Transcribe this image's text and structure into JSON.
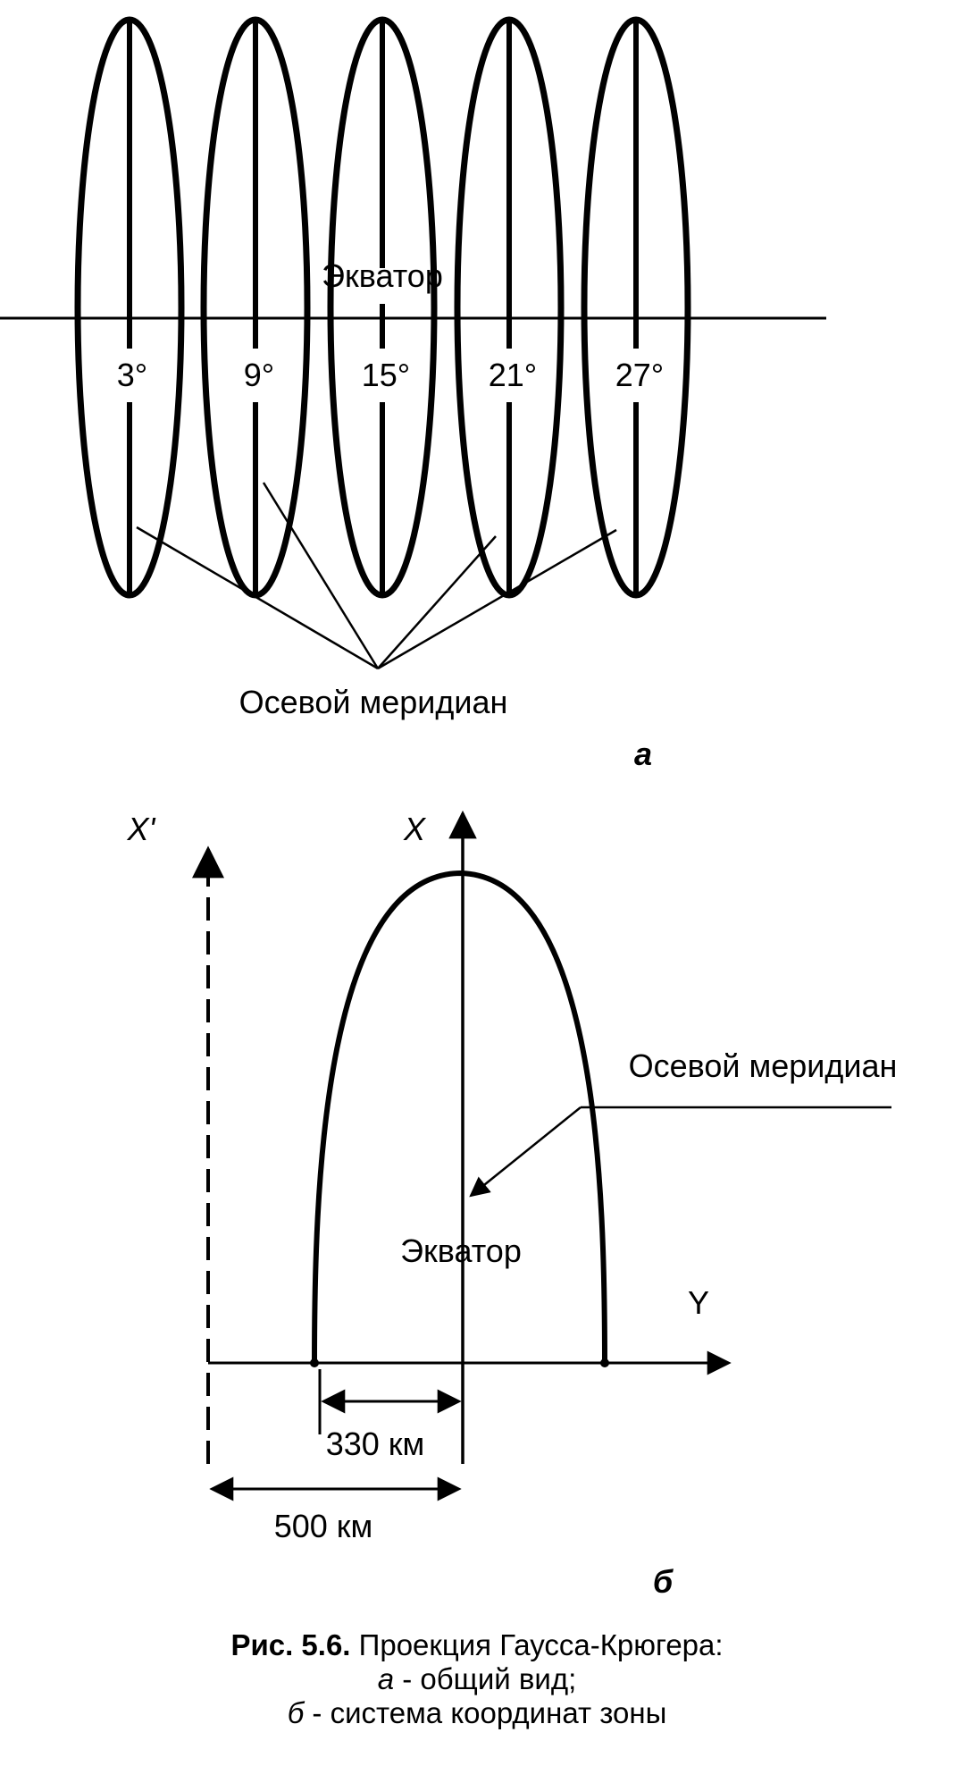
{
  "panel_a": {
    "equator_label": "Экватор",
    "zone_labels": [
      "3°",
      "9°",
      "15°",
      "21°",
      "27°"
    ],
    "meridian_label": "Осевой меридиан",
    "letter": "а"
  },
  "panel_b": {
    "x_prime_label": "X'",
    "x_label": "X",
    "y_label": "Y",
    "meridian_label": "Осевой меридиан",
    "equator_label": "Экватор",
    "dist_330": "330 км",
    "dist_500": "500 км",
    "letter": "б"
  },
  "caption": {
    "head": "Рис. 5.6.",
    "title": " Проекция Гаусса-Крюгера:",
    "line_a_letter": "а",
    "line_a_text": " - общий вид;",
    "line_b_letter": "б",
    "line_b_text": " - система координат зоны"
  }
}
